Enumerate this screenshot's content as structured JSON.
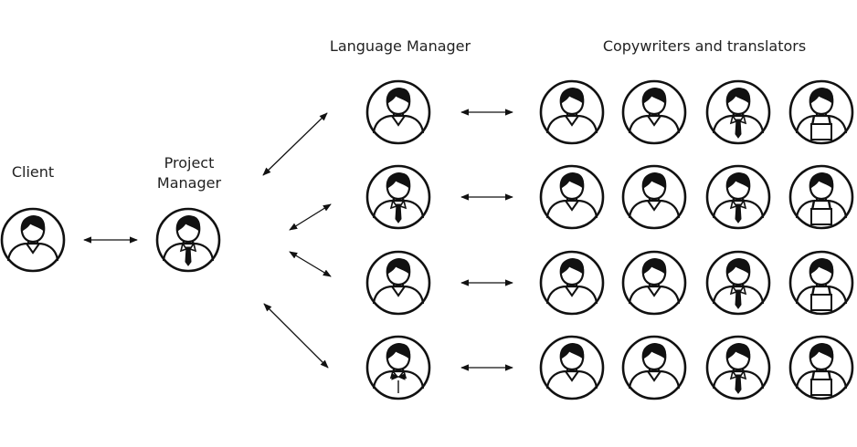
{
  "labels": {
    "client": "Client",
    "project_manager": "Project Manager",
    "language_manager": "Language Manager",
    "copywriters": "Copywriters and translators"
  },
  "colors": {
    "stroke": "#111111",
    "text": "#222222",
    "background": "#ffffff"
  },
  "nodes": {
    "client": {
      "icon": "person-plain-icon"
    },
    "project_manager": {
      "icon": "person-tie-icon"
    },
    "language_managers": [
      {
        "icon": "person-plain-icon"
      },
      {
        "icon": "person-tie-icon"
      },
      {
        "icon": "person-plain-icon"
      },
      {
        "icon": "person-bowtie-icon"
      }
    ],
    "copywriter_rows": [
      [
        "person-plain-icon",
        "person-plain-icon",
        "person-tie-icon",
        "person-apron-icon"
      ],
      [
        "person-plain-icon",
        "person-plain-icon",
        "person-tie-icon",
        "person-apron-icon"
      ],
      [
        "person-plain-icon",
        "person-plain-icon",
        "person-tie-icon",
        "person-apron-icon"
      ],
      [
        "person-plain-icon",
        "person-plain-icon",
        "person-tie-icon",
        "person-apron-icon"
      ]
    ]
  },
  "connections": [
    {
      "from": "client",
      "to": "project_manager",
      "type": "bidirectional"
    },
    {
      "from": "project_manager",
      "to": "language_manager_1",
      "type": "bidirectional"
    },
    {
      "from": "project_manager",
      "to": "language_manager_2",
      "type": "bidirectional"
    },
    {
      "from": "project_manager",
      "to": "language_manager_3",
      "type": "bidirectional"
    },
    {
      "from": "project_manager",
      "to": "language_manager_4",
      "type": "bidirectional"
    },
    {
      "from": "language_manager_1",
      "to": "copywriter_row_1",
      "type": "bidirectional"
    },
    {
      "from": "language_manager_2",
      "to": "copywriter_row_2",
      "type": "bidirectional"
    },
    {
      "from": "language_manager_3",
      "to": "copywriter_row_3",
      "type": "bidirectional"
    },
    {
      "from": "language_manager_4",
      "to": "copywriter_row_4",
      "type": "bidirectional"
    }
  ]
}
